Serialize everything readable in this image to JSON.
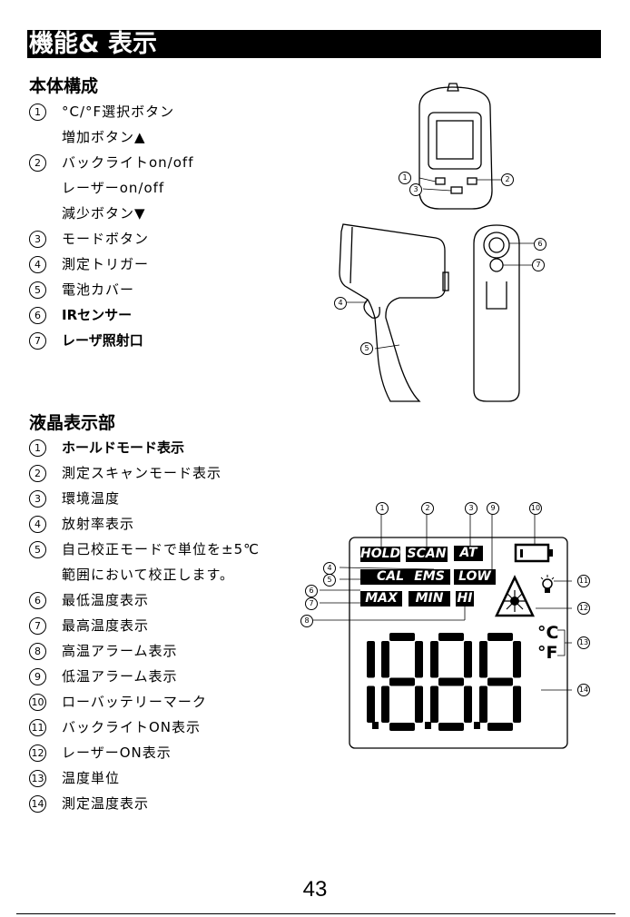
{
  "title": "機能& 表示",
  "section1": {
    "heading": "本体構成",
    "items": [
      {
        "num": "1",
        "text": "°C/°F選択ボタン"
      },
      {
        "num": "",
        "text": "増加ボタン▲"
      },
      {
        "num": "2",
        "text": "バックライトon/off"
      },
      {
        "num": "",
        "text": "レーザーon/off"
      },
      {
        "num": "",
        "text": "減少ボタン▼"
      },
      {
        "num": "3",
        "text": "モードボタン"
      },
      {
        "num": "4",
        "text": "測定トリガー"
      },
      {
        "num": "5",
        "text": "電池カバー"
      },
      {
        "num": "6",
        "text": "IRセンサー"
      },
      {
        "num": "7",
        "text": "レーザ照射口"
      }
    ]
  },
  "section2": {
    "heading": "液晶表示部",
    "items": [
      {
        "num": "1",
        "text": "ホールドモード表示"
      },
      {
        "num": "2",
        "text": "測定スキャンモード表示"
      },
      {
        "num": "3",
        "text": "環境温度"
      },
      {
        "num": "4",
        "text": "放射率表示"
      },
      {
        "num": "5",
        "text": "自己校正モードで単位を±5℃"
      },
      {
        "num": "",
        "text": "範囲において校正します。"
      },
      {
        "num": "6",
        "text": "最低温度表示"
      },
      {
        "num": "7",
        "text": "最高温度表示"
      },
      {
        "num": "8",
        "text": "高温アラーム表示"
      },
      {
        "num": "9",
        "text": "低温アラーム表示"
      },
      {
        "num": "10",
        "text": "ローバッテリーマーク"
      },
      {
        "num": "11",
        "text": "バックライトON表示"
      },
      {
        "num": "12",
        "text": "レーザーON表示"
      },
      {
        "num": "13",
        "text": "温度単位"
      },
      {
        "num": "14",
        "text": "測定温度表示"
      }
    ]
  },
  "lcd": {
    "hold": "HOLD",
    "scan": "SCAN",
    "at": "AT",
    "cal": "CAL",
    "ems": "EMS",
    "low": "LOW",
    "max": "MAX",
    "min": "MIN",
    "hi": "HI",
    "celsius": "°C",
    "fahrenheit": "°F",
    "digits": "1.8.8.8",
    "callouts_top": [
      "1",
      "2",
      "3",
      "9",
      "10"
    ],
    "callouts_left": [
      "4",
      "5",
      "6",
      "7",
      "8"
    ],
    "callouts_right": [
      "11",
      "12",
      "13",
      "14"
    ]
  },
  "device_callouts": [
    "1",
    "2",
    "3",
    "4",
    "5",
    "6",
    "7"
  ],
  "page_number": "43"
}
